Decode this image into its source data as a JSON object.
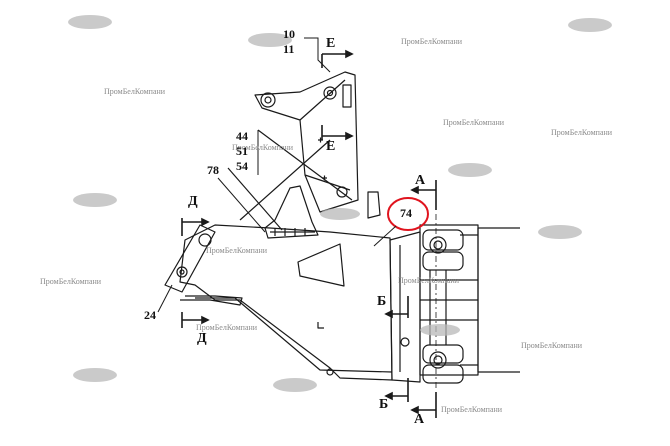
{
  "watermark_text": "ПромБелКомпани",
  "part_labels": {
    "p10": "10",
    "p11": "11",
    "p44": "44",
    "p51": "51",
    "p54": "54",
    "p78": "78",
    "p74": "74",
    "p24": "24"
  },
  "section_labels": {
    "E": "Е",
    "D": "Д",
    "A": "А",
    "B": "Б"
  },
  "colors": {
    "line": "#1a1a1a",
    "highlight_circle": "#e0141e",
    "watermark": "#8a8a8a"
  }
}
